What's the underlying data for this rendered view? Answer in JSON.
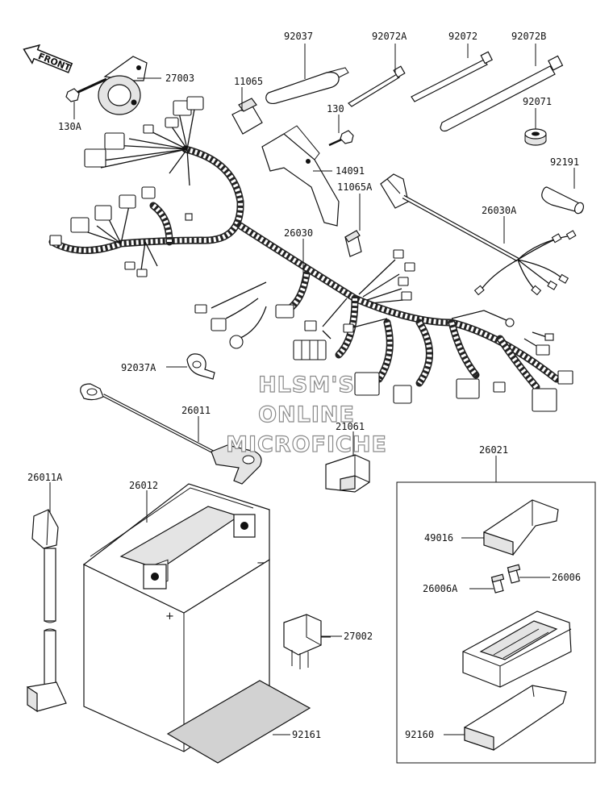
{
  "labels": {
    "p92037": "92037",
    "p92072A": "92072A",
    "p92072": "92072",
    "p92072B": "92072B",
    "p27003": "27003",
    "p130A": "130A",
    "p11065": "11065",
    "p130": "130",
    "p92071": "92071",
    "p14091": "14091",
    "p92191": "92191",
    "p11065A": "11065A",
    "p26030A": "26030A",
    "p26030": "26030",
    "p92037A": "92037A",
    "p26011": "26011",
    "p21061": "21061",
    "p26021": "26021",
    "p26011A": "26011A",
    "p26012": "26012",
    "p49016": "49016",
    "p26006A": "26006A",
    "p26006": "26006",
    "p27002": "27002",
    "p92161": "92161",
    "p92160": "92160"
  },
  "front_arrow": "FRONT",
  "watermark": {
    "line1": "HLSM'S",
    "line2": "ONLINE",
    "line3": "MICROFICHE"
  }
}
